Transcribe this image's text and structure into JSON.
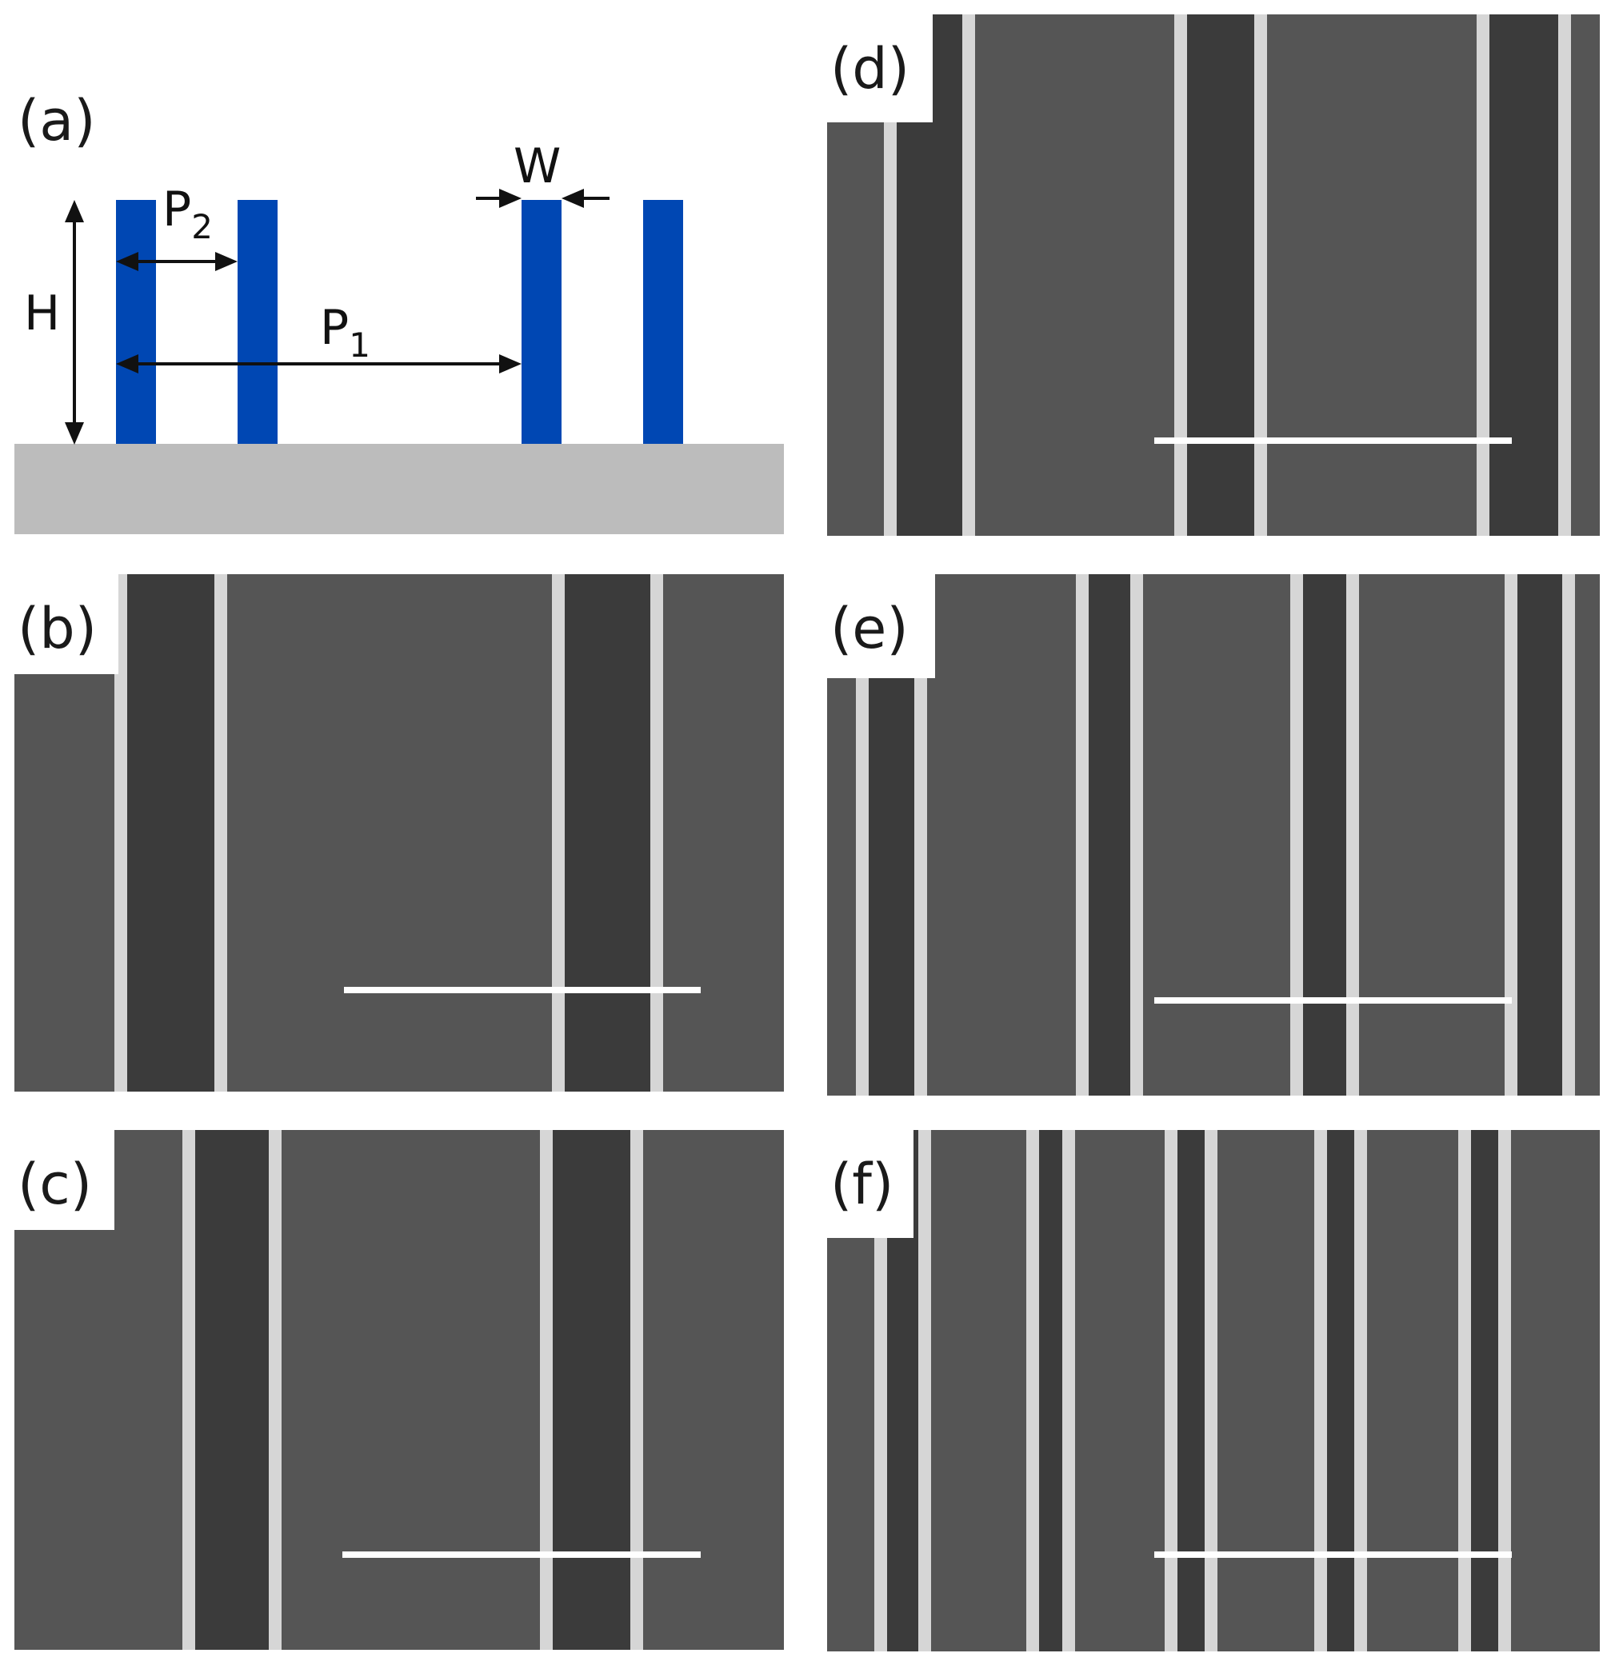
{
  "figure": {
    "panels": [
      {
        "id": "a",
        "label": "(a)"
      },
      {
        "id": "b",
        "label": "(b)"
      },
      {
        "id": "c",
        "label": "(c)"
      },
      {
        "id": "d",
        "label": "(d)"
      },
      {
        "id": "e",
        "label": "(e)"
      },
      {
        "id": "f",
        "label": "(f)"
      }
    ],
    "schematic": {
      "height_label": "H",
      "width_label": "W",
      "pitch1_label": "P",
      "pitch1_sub": "1",
      "pitch2_label": "P",
      "pitch2_sub": "2"
    }
  },
  "colors": {
    "line_blue": "#0047b3",
    "substrate_gray": "#bcbcbc",
    "sem_background": "#555555",
    "sem_trench": "#3b3b3b",
    "sem_edge": "#d6d6d6",
    "scale_bar": "#ffffff"
  }
}
